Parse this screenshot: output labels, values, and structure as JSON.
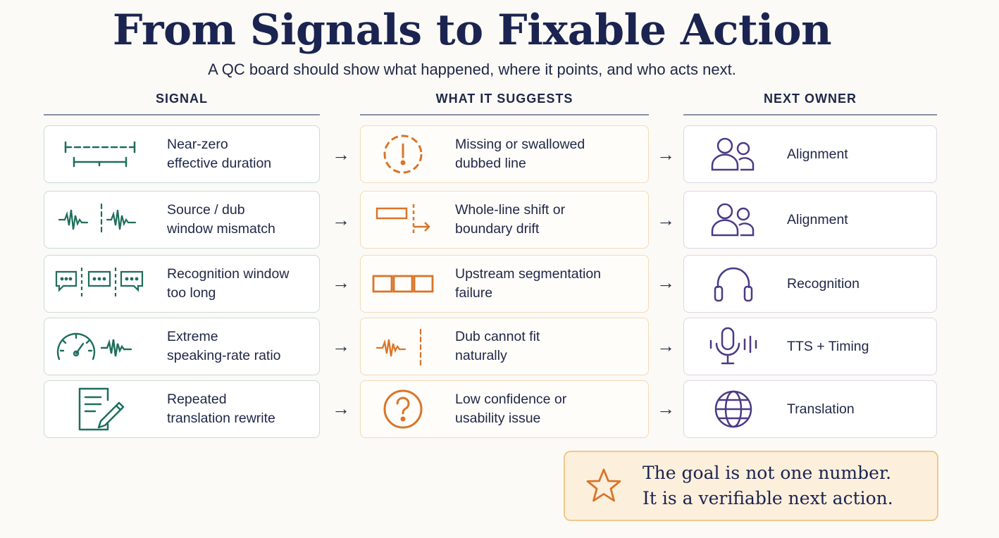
{
  "title": "From Signals to Fixable Action",
  "subtitle": "A QC board should show what happened, where it points, and who acts next.",
  "columns": {
    "signal": "SIGNAL",
    "suggests": "WHAT IT SUGGESTS",
    "owner": "NEXT OWNER"
  },
  "arrow_glyph": "→",
  "rows": [
    {
      "signal": "Near-zero\neffective duration",
      "signal_icon": "duration-bracket-icon",
      "suggests": "Missing or swallowed\ndubbed line",
      "suggests_icon": "exclamation-circle-icon",
      "owner": "Alignment",
      "owner_icon": "users-icon"
    },
    {
      "signal": "Source / dub\nwindow mismatch",
      "signal_icon": "waveform-split-icon",
      "suggests": "Whole-line shift or\nboundary drift",
      "suggests_icon": "shift-arrow-icon",
      "owner": "Alignment",
      "owner_icon": "users-icon"
    },
    {
      "signal": "Recognition window\ntoo long",
      "signal_icon": "speech-bubbles-icon",
      "suggests": "Upstream segmentation\nfailure",
      "suggests_icon": "segments-icon",
      "owner": "Recognition",
      "owner_icon": "headphones-icon"
    },
    {
      "signal": "Extreme\nspeaking-rate ratio",
      "signal_icon": "speedometer-icon",
      "suggests": "Dub cannot fit\nnaturally",
      "suggests_icon": "waveform-limit-icon",
      "owner": "TTS + Timing",
      "owner_icon": "microphone-icon"
    },
    {
      "signal": "Repeated\ntranslation rewrite",
      "signal_icon": "edit-document-icon",
      "suggests": "Low confidence or\nusability issue",
      "suggests_icon": "question-circle-icon",
      "owner": "Translation",
      "owner_icon": "globe-icon"
    }
  ],
  "goal": {
    "line1": "The goal is not one number.",
    "line2": "It is a verifiable next action.",
    "icon": "star-icon"
  },
  "colors": {
    "signal": "#1e6e5c",
    "suggests": "#d9752a",
    "owner": "#4b3a86",
    "title": "#1b2450"
  }
}
